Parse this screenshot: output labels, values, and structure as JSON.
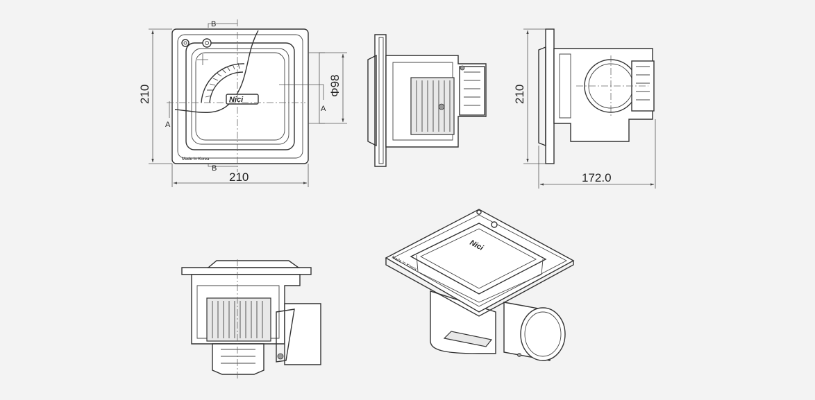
{
  "dimensions": {
    "top_width": "210",
    "top_height": "210",
    "duct_diameter": "Φ98",
    "side_depth": "172.0",
    "side_height": "210"
  },
  "section_marks": {
    "a": "A",
    "b": "B"
  },
  "labels": {
    "made_in": "Made In Korea",
    "logo": "Nici"
  },
  "colors": {
    "background": "#f3f3f3",
    "line": "#333333",
    "fill": "#ffffff"
  }
}
